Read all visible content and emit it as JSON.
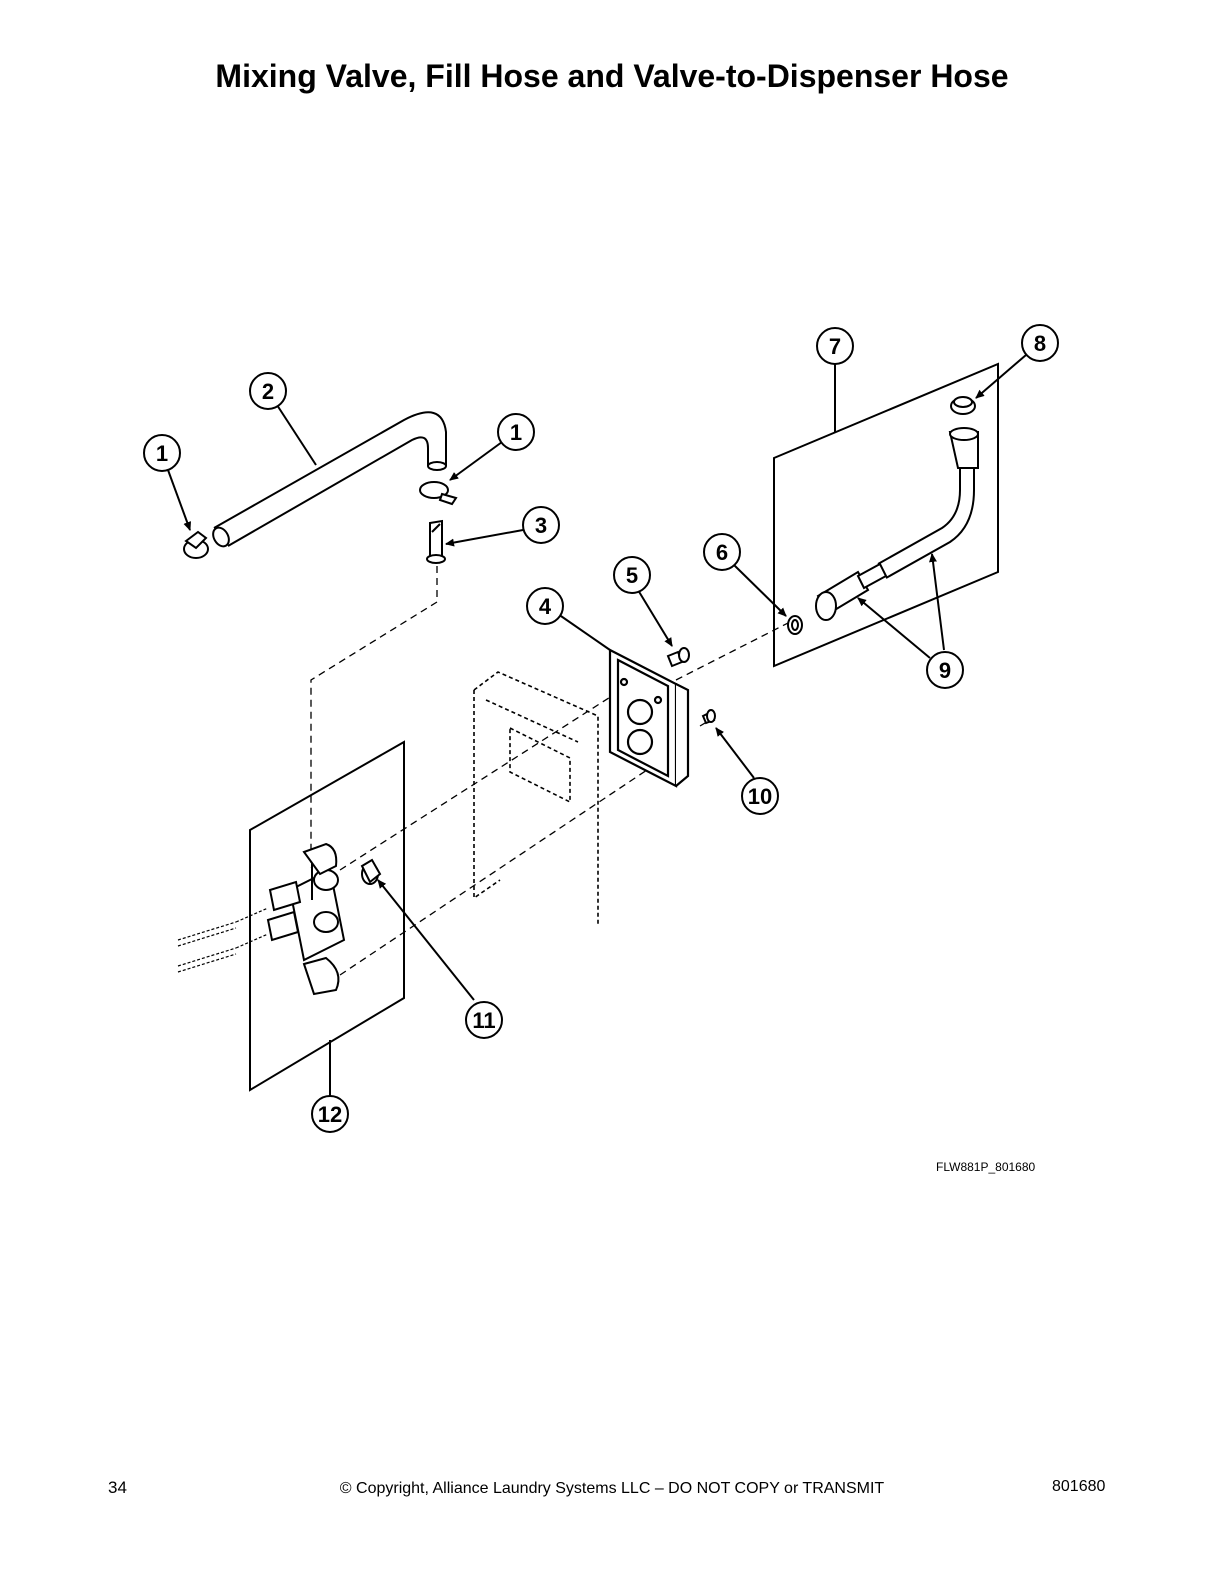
{
  "title": "Mixing Valve, Fill Hose and Valve-to-Dispenser Hose",
  "callouts": {
    "c1a": "1",
    "c1b": "1",
    "c2": "2",
    "c3": "3",
    "c4": "4",
    "c5": "5",
    "c6": "6",
    "c7": "7",
    "c8": "8",
    "c9": "9",
    "c10": "10",
    "c11": "11",
    "c12": "12"
  },
  "drawing_code": "FLW881P_801680",
  "footer": {
    "page_number": "34",
    "copyright": "© Copyright, Alliance Laundry Systems LLC – DO NOT COPY or TRANSMIT",
    "doc_number": "801680"
  }
}
